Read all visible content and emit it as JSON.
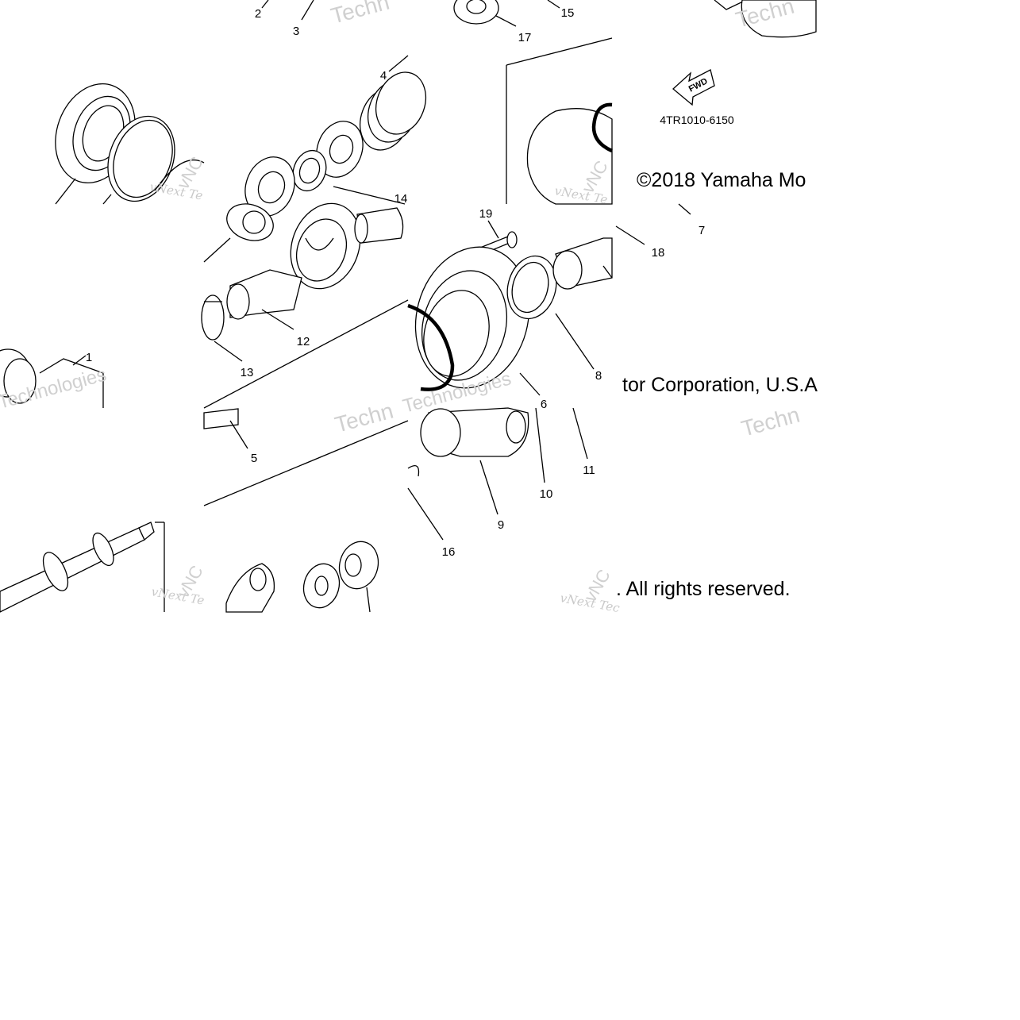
{
  "diagram": {
    "part_code": "4TR1010-6150",
    "fwd_label": "FWD",
    "copyright_1": "©2018 Yamaha Mo",
    "copyright_2": "tor Corporation, U.S.A",
    "copyright_3": ". All rights reserved.",
    "watermarks": {
      "brand_italic": "vNext Te",
      "brand_italic_2": "vNext Tec",
      "technologies": "Techn",
      "technologies_2": "Technologies",
      "vn": "vNC"
    },
    "callouts": [
      {
        "id": "c1",
        "text": "1"
      },
      {
        "id": "c2",
        "text": "2"
      },
      {
        "id": "c3",
        "text": "3"
      },
      {
        "id": "c4",
        "text": "4"
      },
      {
        "id": "c5",
        "text": "5"
      },
      {
        "id": "c6",
        "text": "6"
      },
      {
        "id": "c7",
        "text": "7"
      },
      {
        "id": "c8",
        "text": "8"
      },
      {
        "id": "c9",
        "text": "9"
      },
      {
        "id": "c10",
        "text": "10"
      },
      {
        "id": "c11",
        "text": "11"
      },
      {
        "id": "c12",
        "text": "12"
      },
      {
        "id": "c13",
        "text": "13"
      },
      {
        "id": "c14",
        "text": "14"
      },
      {
        "id": "c15",
        "text": "15"
      },
      {
        "id": "c16",
        "text": "16"
      },
      {
        "id": "c17",
        "text": "17"
      },
      {
        "id": "c18",
        "text": "18"
      },
      {
        "id": "c19",
        "text": "19"
      }
    ]
  }
}
